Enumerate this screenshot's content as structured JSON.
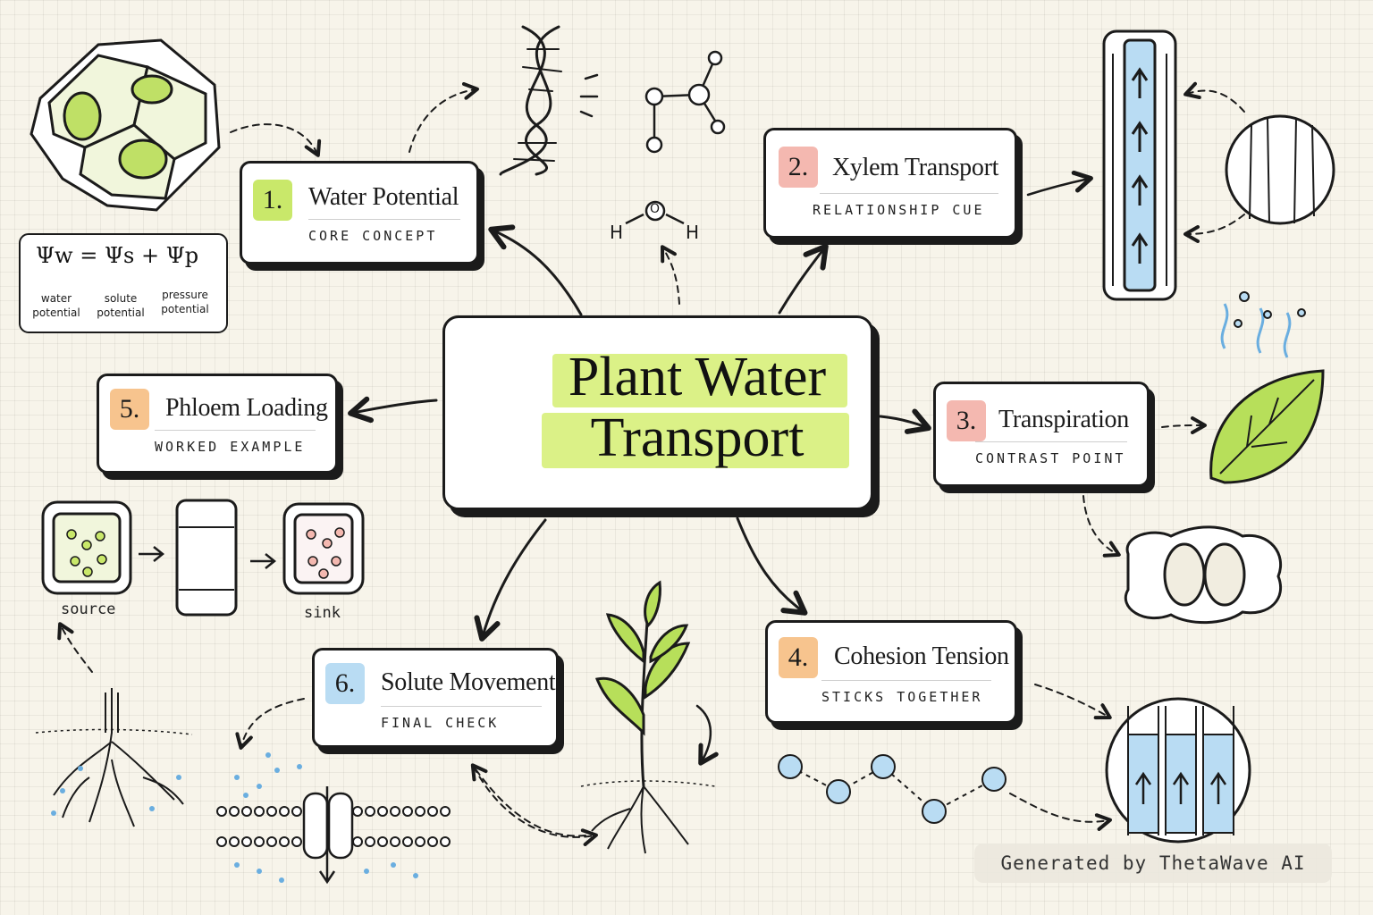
{
  "title": {
    "line1": "Plant Water",
    "line2": "Transport"
  },
  "nodes": [
    {
      "number": "1.",
      "title": "Water Potential",
      "subtitle": "CORE CONCEPT",
      "badge_color": "#c9e86a"
    },
    {
      "number": "2.",
      "title": "Xylem Transport",
      "subtitle": "RELATIONSHIP CUE",
      "badge_color": "#f4b8b0"
    },
    {
      "number": "3.",
      "title": "Transpiration",
      "subtitle": "CONTRAST POINT",
      "badge_color": "#f4b8b0"
    },
    {
      "number": "4.",
      "title": "Cohesion Tension",
      "subtitle": "STICKS TOGETHER",
      "badge_color": "#f7c48e"
    },
    {
      "number": "5.",
      "title": "Phloem Loading",
      "subtitle": "WORKED EXAMPLE",
      "badge_color": "#f7c48e"
    },
    {
      "number": "6.",
      "title": "Solute Movement",
      "subtitle": "FINAL CHECK",
      "badge_color": "#b9dcf3"
    }
  ],
  "equation": {
    "text": "Ψw = Ψs + Ψp",
    "terms": [
      "water potential",
      "solute potential",
      "pressure potential"
    ]
  },
  "molecule": {
    "left": "H",
    "center": "O",
    "right": "H"
  },
  "phloem_labels": {
    "source": "source",
    "sink": "sink"
  },
  "footer": "Generated by ThetaWave AI",
  "colors": {
    "highlight": "#d7ef7a",
    "leaf": "#b7df5a",
    "water": "#a9d6f2",
    "ink": "#1b1b1b",
    "background": "#f7f4ea"
  },
  "icons": [
    "plant-cell-icon",
    "dna-icon",
    "molecule-icon",
    "water-molecule-icon",
    "xylem-vessel-icon",
    "leaf-icon",
    "stomata-icon",
    "roots-icon",
    "sprout-icon",
    "membrane-channel-icon",
    "cohesion-tube-icon"
  ]
}
